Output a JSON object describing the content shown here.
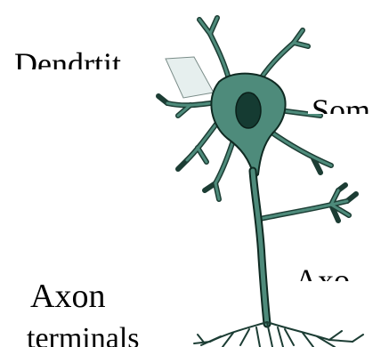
{
  "labels": {
    "dendrites": "Dendrtit",
    "soma": "Som",
    "axon": "Axo",
    "axon_terminals_line1": "Axon",
    "axon_terminals_line2": "terminals"
  },
  "colors": {
    "cell_fill": "#4e8b7b",
    "cell_outline": "#0f2a22",
    "nucleus": "#153b32",
    "leader_fill": "#e6efee"
  }
}
